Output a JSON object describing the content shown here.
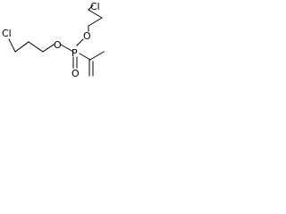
{
  "molecule": {
    "atoms": {
      "cl_left": "Cl",
      "cl_right": "Cl",
      "o_left": "O",
      "o_top": "O",
      "o_double": "O",
      "phosphorus": "P"
    }
  }
}
